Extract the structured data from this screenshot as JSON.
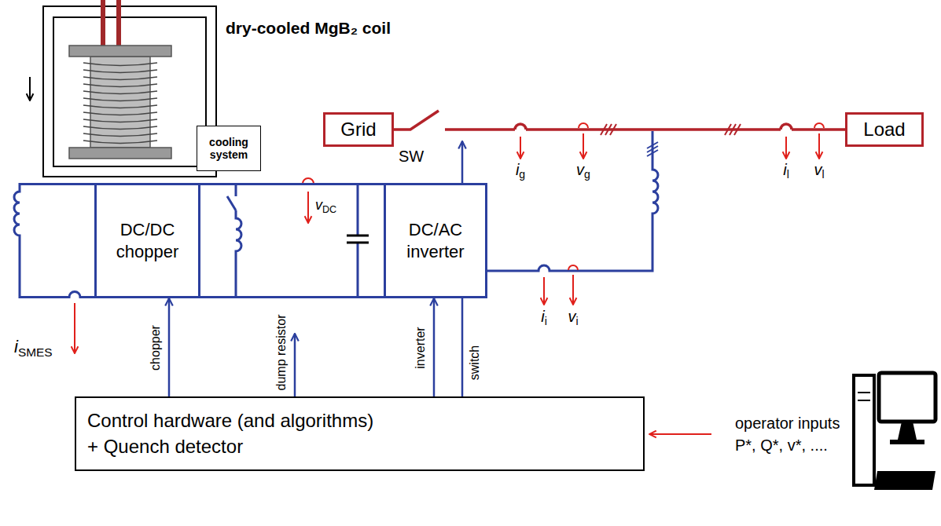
{
  "diagram": {
    "nodes": [
      {
        "text": [
          "cooling system"
        ]
      },
      {
        "text": [
          "Grid"
        ]
      },
      {
        "text": [
          "Load"
        ]
      },
      {
        "text": [
          "DC/DC chopper"
        ]
      },
      {
        "text": [
          "DC/AC inverter"
        ]
      },
      {
        "text": [
          "Control hardware (and algorithms)",
          "+ Quench detector"
        ]
      }
    ],
    "edges": [
      {
        "from": 1,
        "to": 2,
        "arrow": "none"
      },
      {
        "from": 3,
        "to": 4,
        "arrow": "none"
      },
      {
        "from": 5,
        "to": 3,
        "label": "chopper",
        "arrow": "to"
      },
      {
        "from": 5,
        "to": 4,
        "label": "inverter",
        "arrow": "to"
      }
    ],
    "labels": [
      "dry-cooled MgB₂ coil",
      "SW",
      "ig",
      "vg",
      "il",
      "vl",
      "ii",
      "vi",
      "iSMES",
      "vDC",
      "dump resistor",
      "switch",
      "operator inputs",
      "P*, Q*, v*, ...."
    ]
  }
}
